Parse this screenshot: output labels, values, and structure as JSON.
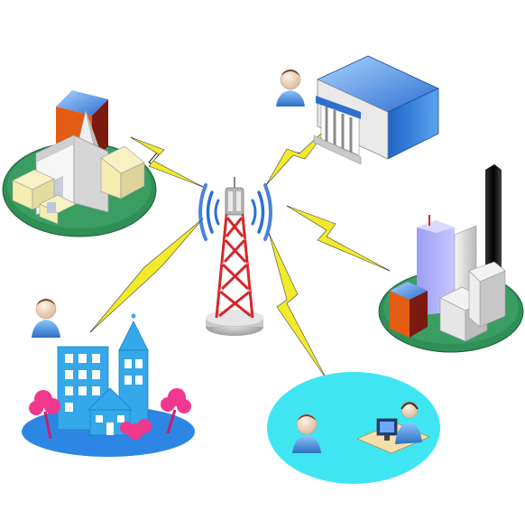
{
  "diagram": {
    "hub": {
      "label": "",
      "icon": "cell-tower-icon"
    },
    "nodes": [
      {
        "id": "town",
        "icon": "church-town-icon"
      },
      {
        "id": "government",
        "icon": "government-building-icon",
        "has_user": true
      },
      {
        "id": "city",
        "icon": "city-skyscrapers-icon"
      },
      {
        "id": "call-center",
        "icon": "call-center-icon",
        "has_user": true
      },
      {
        "id": "residential",
        "icon": "residential-area-icon",
        "has_user": true
      }
    ],
    "links": [
      {
        "from": "hub",
        "to": "town",
        "style": "lightning"
      },
      {
        "from": "hub",
        "to": "government",
        "style": "lightning"
      },
      {
        "from": "hub",
        "to": "city",
        "style": "lightning"
      },
      {
        "from": "hub",
        "to": "call-center",
        "style": "lightning"
      },
      {
        "from": "hub",
        "to": "residential",
        "style": "lightning"
      }
    ],
    "colors": {
      "lightning": "#f2ea2a",
      "lightning_line": "#222222",
      "tower_red": "#d6262a",
      "signal_blue": "#2a6fd6",
      "green_island": "#2f8f57",
      "cyan_island": "#3fe6f2",
      "blue_island": "#2d86e3",
      "pink_tree": "#f0388f"
    }
  }
}
